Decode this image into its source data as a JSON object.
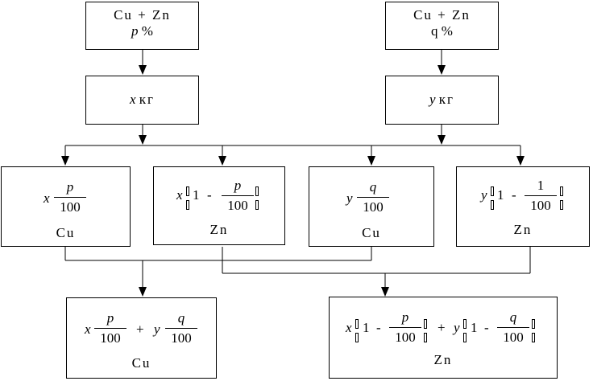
{
  "top_left": {
    "formula": "Cu + Zn",
    "pct_var": "p",
    "pct_sign": "%"
  },
  "top_right": {
    "formula": "Cu + Zn",
    "pct_var": "q",
    "pct_sign": "%"
  },
  "mass_left": {
    "var": "x",
    "unit": "кг"
  },
  "mass_right": {
    "var": "y",
    "unit": "кг"
  },
  "box_cu_x": {
    "coef": "x",
    "num": "p",
    "den": "100",
    "metal": "Cu"
  },
  "box_zn_x": {
    "coef": "x",
    "one": "1",
    "minus": "-",
    "num": "p",
    "den": "100",
    "metal": "Zn"
  },
  "box_cu_y": {
    "coef": "y",
    "num": "q",
    "den": "100",
    "metal": "Cu"
  },
  "box_zn_y": {
    "coef": "y",
    "one": "1",
    "minus": "-",
    "num": "1",
    "den": "100",
    "metal": "Zn"
  },
  "total_cu": {
    "coef1": "x",
    "num1": "p",
    "den1": "100",
    "plus": "+",
    "coef2": "y",
    "num2": "q",
    "den2": "100",
    "metal": "Cu"
  },
  "total_zn": {
    "coef1": "x",
    "one1": "1",
    "minus1": "-",
    "num1": "p",
    "den1": "100",
    "plus": "+",
    "coef2": "y",
    "one2": "1",
    "minus2": "-",
    "num2": "q",
    "den2": "100",
    "metal": "Zn"
  }
}
